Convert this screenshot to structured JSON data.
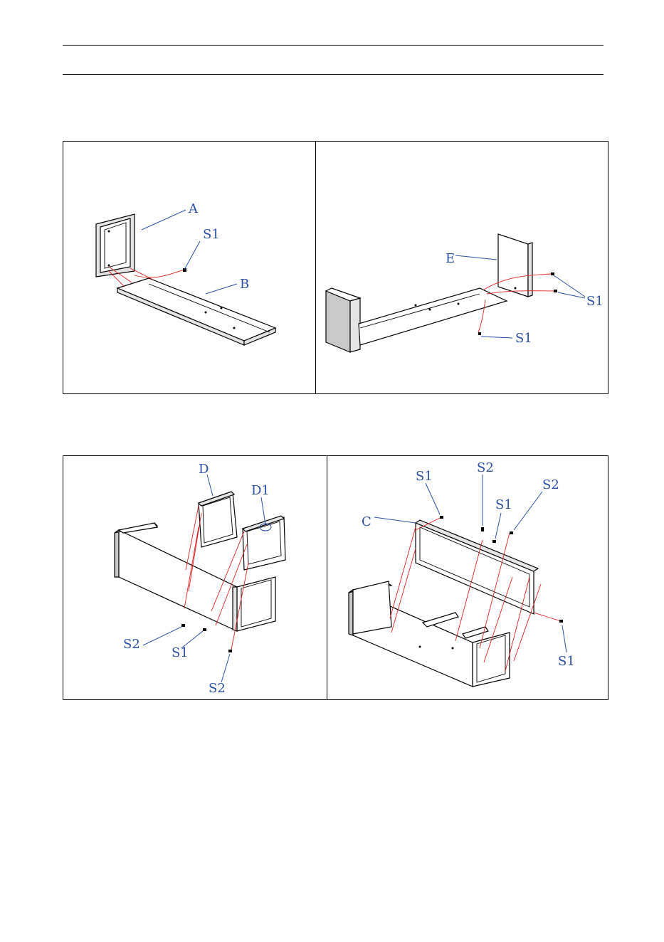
{
  "labels": {
    "step1": {
      "A": "A",
      "S1": "S1",
      "B": "B"
    },
    "step2": {
      "E": "E",
      "S1_top": "S1",
      "S1_bottom": "S1"
    },
    "step3": {
      "D": "D",
      "D1": "D1",
      "S2_left": "S2",
      "S1": "S1",
      "S2_bottom": "S2"
    },
    "step4": {
      "S1_left": "S1",
      "S2_top": "S2",
      "S1_mid": "S1",
      "S2_right": "S2",
      "C": "C",
      "S1_bottom": "S1"
    }
  },
  "colors": {
    "label": "#2a4fa8",
    "guide_line": "#e02020",
    "outline": "#000000"
  }
}
